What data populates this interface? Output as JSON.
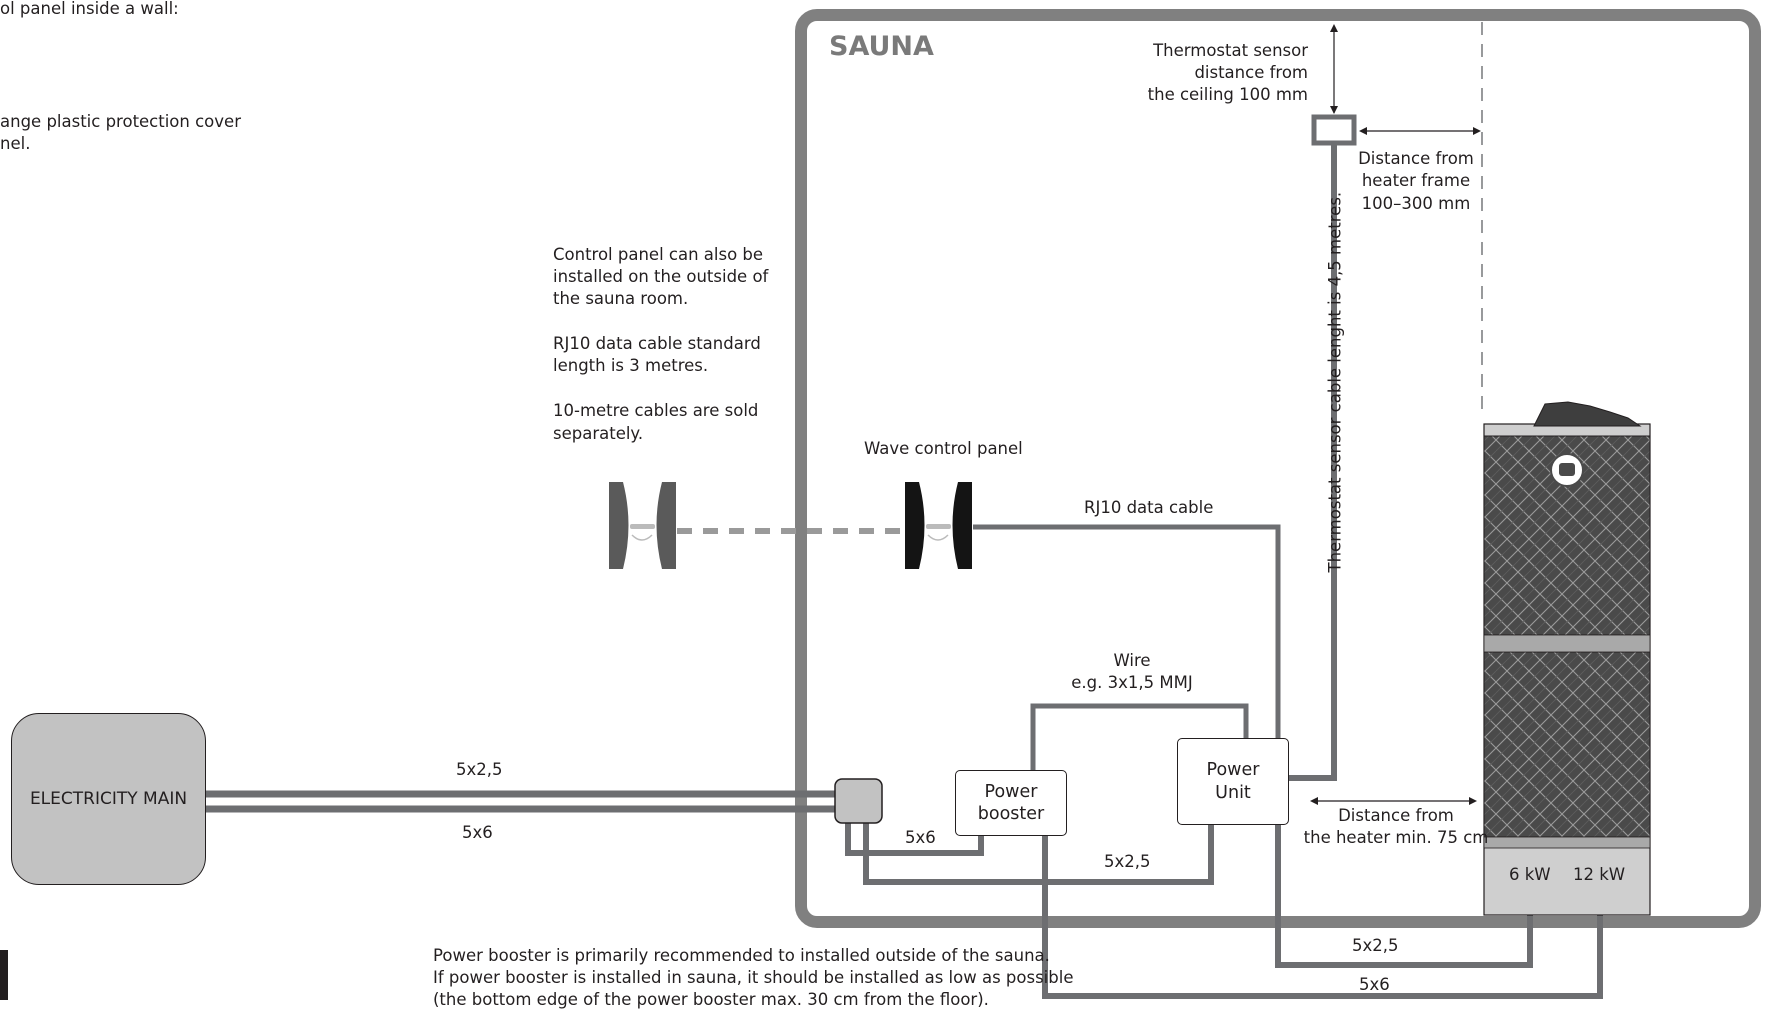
{
  "notes": {
    "top_left_1": "ol panel inside a wall:",
    "top_left_2a": "ange plastic protection cover",
    "top_left_2b": "nel.",
    "outside_panel_1": "Control panel can also be",
    "outside_panel_2": "installed on the outside of",
    "outside_panel_3": "the sauna room.",
    "rj10_std_1": "RJ10 data cable standard",
    "rj10_std_2": "length is 3 metres.",
    "tenm_1": "10-metre cables are sold",
    "tenm_2": "separately.",
    "bottom_1": "Power booster is primarily recommended to installed outside of the sauna.",
    "bottom_2": "If power booster is installed in sauna, it should be installed as low as possible",
    "bottom_3": "(the bottom edge of the power booster max. 30 cm from the floor)."
  },
  "sauna": {
    "title": "SAUNA",
    "thermostat_1": "Thermostat sensor",
    "thermostat_2": "distance from",
    "thermostat_3": "the ceiling 100 mm",
    "heater_frame_1": "Distance from",
    "heater_frame_2": "heater frame",
    "heater_frame_3": "100–300 mm",
    "sensor_cable": "Thermostat sensor cable lenght is 4,5 metres.",
    "wave_panel": "Wave control panel",
    "rj10_cable": "RJ10 data cable",
    "wire_1": "Wire",
    "wire_2": "e.g. 3x1,5 MMJ",
    "power_booster_1": "Power",
    "power_booster_2": "booster",
    "power_unit_1": "Power",
    "power_unit_2": "Unit",
    "heater_dist_1": "Distance from",
    "heater_dist_2": "the heater min. 75 cm",
    "heater_6kw": "6 kW",
    "heater_12kw": "12 kW"
  },
  "electricity_main": "ELECTRICITY MAIN",
  "cables": {
    "main_top": "5x2,5",
    "main_bottom": "5x6",
    "junction_booster": "5x6",
    "junction_unit": "5x2,5",
    "unit_heater": "5x2,5",
    "booster_heater": "5x6"
  },
  "colors": {
    "frame": "#808080",
    "cable": "#6d6e71",
    "box_fill": "#c2c2c2",
    "heater_stones": "#4d4d4d"
  }
}
